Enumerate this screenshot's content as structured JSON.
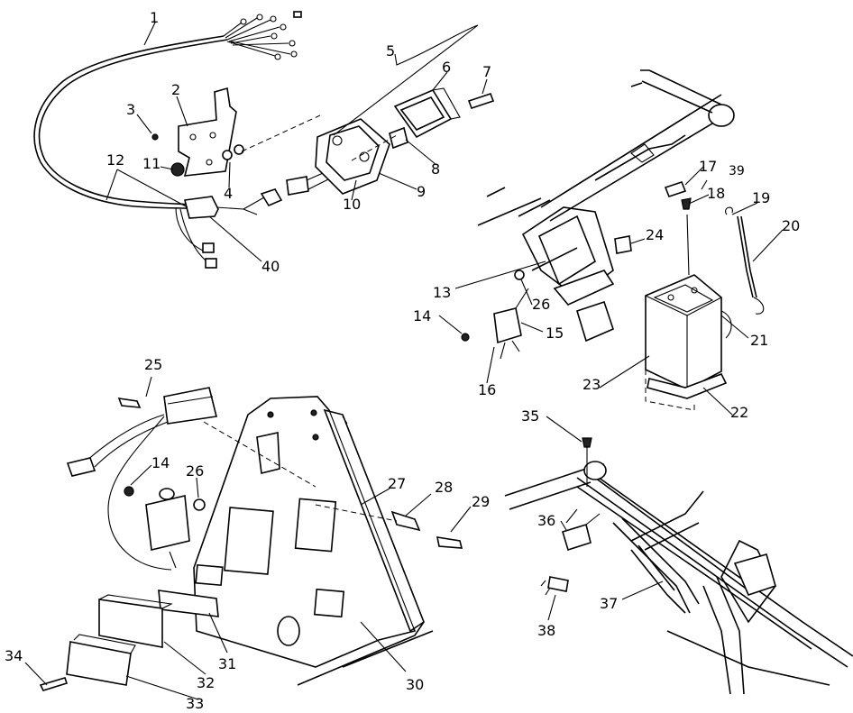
{
  "callouts": [
    {
      "id": "c1",
      "label": "1"
    },
    {
      "id": "c2",
      "label": "2"
    },
    {
      "id": "c3",
      "label": "3"
    },
    {
      "id": "c4",
      "label": "4"
    },
    {
      "id": "c5",
      "label": "5"
    },
    {
      "id": "c6",
      "label": "6"
    },
    {
      "id": "c7",
      "label": "7"
    },
    {
      "id": "c8",
      "label": "8"
    },
    {
      "id": "c9",
      "label": "9"
    },
    {
      "id": "c10",
      "label": "10"
    },
    {
      "id": "c11",
      "label": "11"
    },
    {
      "id": "c12",
      "label": "12"
    },
    {
      "id": "c13",
      "label": "13"
    },
    {
      "id": "c14a",
      "label": "14"
    },
    {
      "id": "c15",
      "label": "15"
    },
    {
      "id": "c16",
      "label": "16"
    },
    {
      "id": "c17",
      "label": "17"
    },
    {
      "id": "c18",
      "label": "18"
    },
    {
      "id": "c19",
      "label": "19"
    },
    {
      "id": "c20",
      "label": "20"
    },
    {
      "id": "c21",
      "label": "21"
    },
    {
      "id": "c22",
      "label": "22"
    },
    {
      "id": "c23",
      "label": "23"
    },
    {
      "id": "c24",
      "label": "24"
    },
    {
      "id": "c25",
      "label": "25"
    },
    {
      "id": "c26a",
      "label": "26"
    },
    {
      "id": "c39",
      "label": "39"
    },
    {
      "id": "c40",
      "label": "40"
    },
    {
      "id": "c14b",
      "label": "14"
    },
    {
      "id": "c26b",
      "label": "26"
    },
    {
      "id": "c27",
      "label": "27"
    },
    {
      "id": "c28",
      "label": "28"
    },
    {
      "id": "c29",
      "label": "29"
    },
    {
      "id": "c30",
      "label": "30"
    },
    {
      "id": "c31",
      "label": "31"
    },
    {
      "id": "c32",
      "label": "32"
    },
    {
      "id": "c33",
      "label": "33"
    },
    {
      "id": "c34",
      "label": "34"
    },
    {
      "id": "c35",
      "label": "35"
    },
    {
      "id": "c36",
      "label": "36"
    },
    {
      "id": "c37",
      "label": "37"
    },
    {
      "id": "c38",
      "label": "38"
    }
  ]
}
